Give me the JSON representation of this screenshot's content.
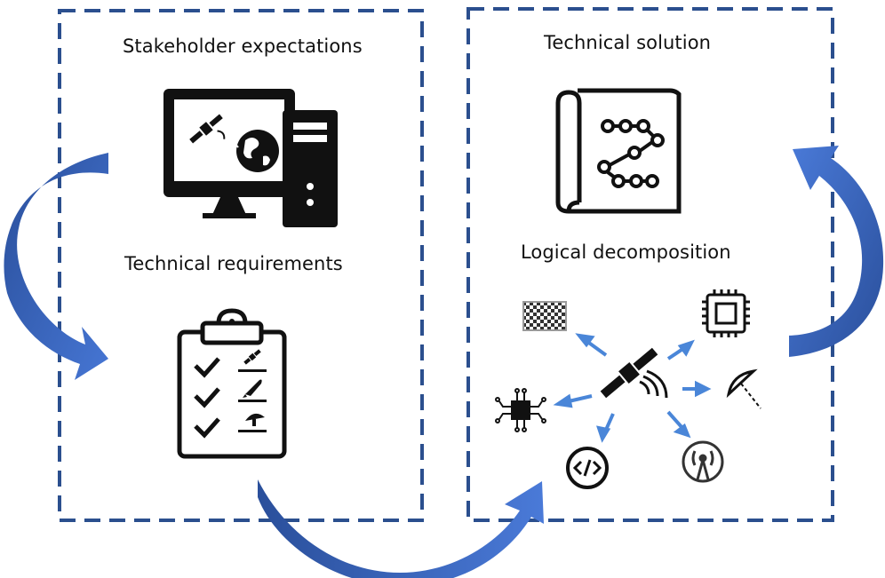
{
  "diagram": {
    "panels": {
      "left": {
        "top_label": "Stakeholder expectations",
        "bottom_label": "Technical requirements",
        "icons": [
          "computer-monitor-icon",
          "satellite-icon",
          "globe-icon",
          "desktop-tower-icon",
          "clipboard-checklist-icon",
          "checkmark-icon",
          "rocket-icon",
          "satellite-dish-icon"
        ]
      },
      "right": {
        "top_label": "Technical solution",
        "bottom_label": "Logical decomposition",
        "icons": [
          "blueprint-circuit-icon",
          "satellite-icon",
          "solar-panel-icon",
          "microchip-icon",
          "dish-antenna-icon",
          "circuit-board-icon",
          "code-icon",
          "radio-tower-icon"
        ]
      }
    },
    "colors": {
      "dashed_border": "#2b4f8e",
      "arrow_fill": "#3f6cc6",
      "arrow_dark": "#2a4f9b",
      "spoke_arrows": "#4a86d8",
      "icon": "#111111"
    }
  }
}
